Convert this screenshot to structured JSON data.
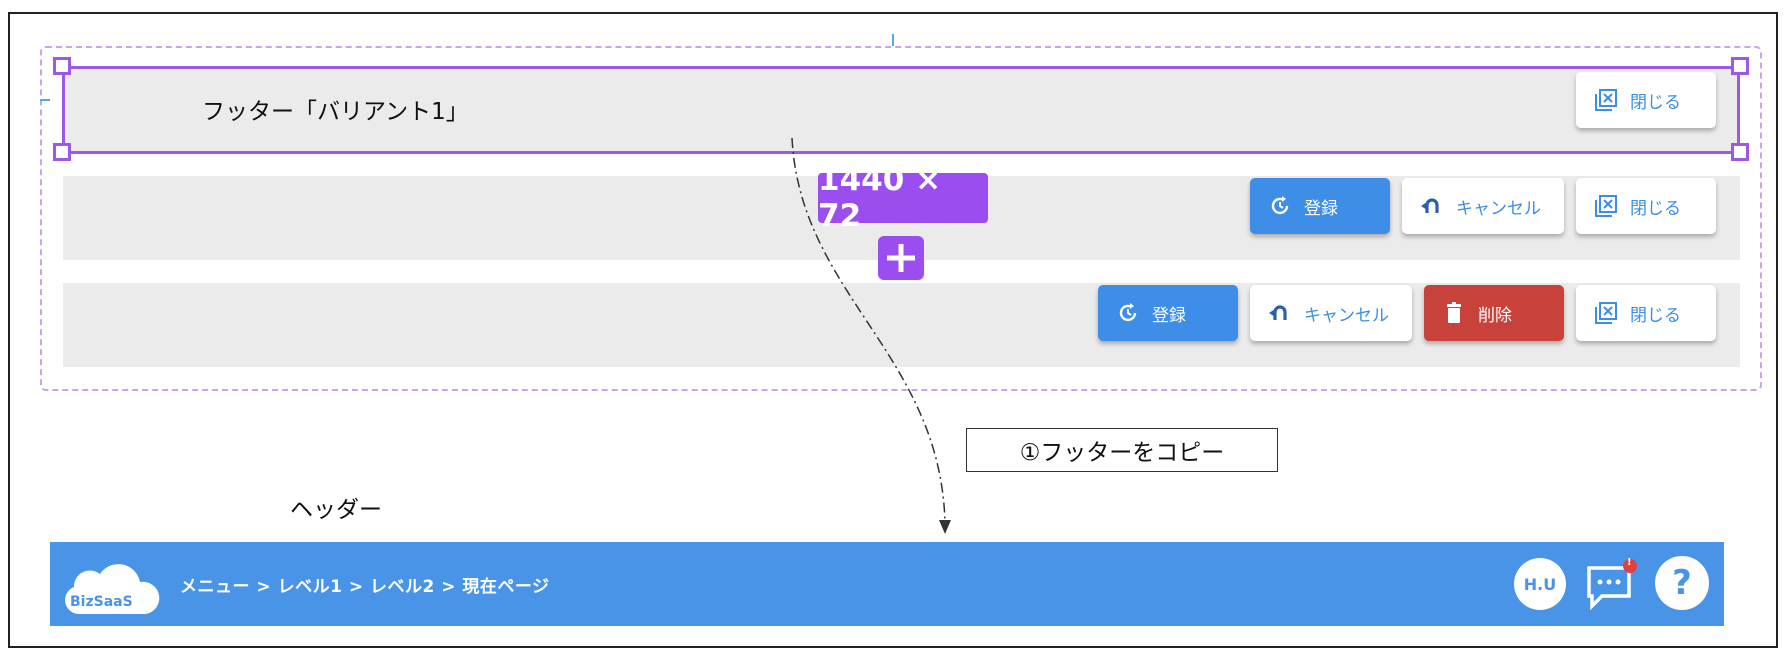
{
  "variant": {
    "label": "フッター「バリアント1」",
    "dimension_badge": "1440 × 72"
  },
  "buttons": {
    "register": "登録",
    "cancel": "キャンセル",
    "delete": "削除",
    "close": "閉じる"
  },
  "annotation": {
    "copy_step": "①フッターをコピー"
  },
  "header": {
    "section_label": "ヘッダー",
    "logo_text": "BizSaaS",
    "breadcrumb": "メニュー > レベル1 > レベル2 > 現在ページ",
    "avatar_initials": "H.U",
    "notification_badge": "!",
    "help_symbol": "?"
  },
  "colors": {
    "accent_purple": "#9b4df0",
    "header_blue": "#4a94e8",
    "button_blue": "#3e8ee7",
    "delete_red": "#c9413b"
  },
  "icons": [
    "close-window-icon",
    "history-icon",
    "undo-arrow-icon",
    "trash-icon",
    "plus-icon",
    "chat-icon",
    "help-icon",
    "cloud-logo"
  ]
}
